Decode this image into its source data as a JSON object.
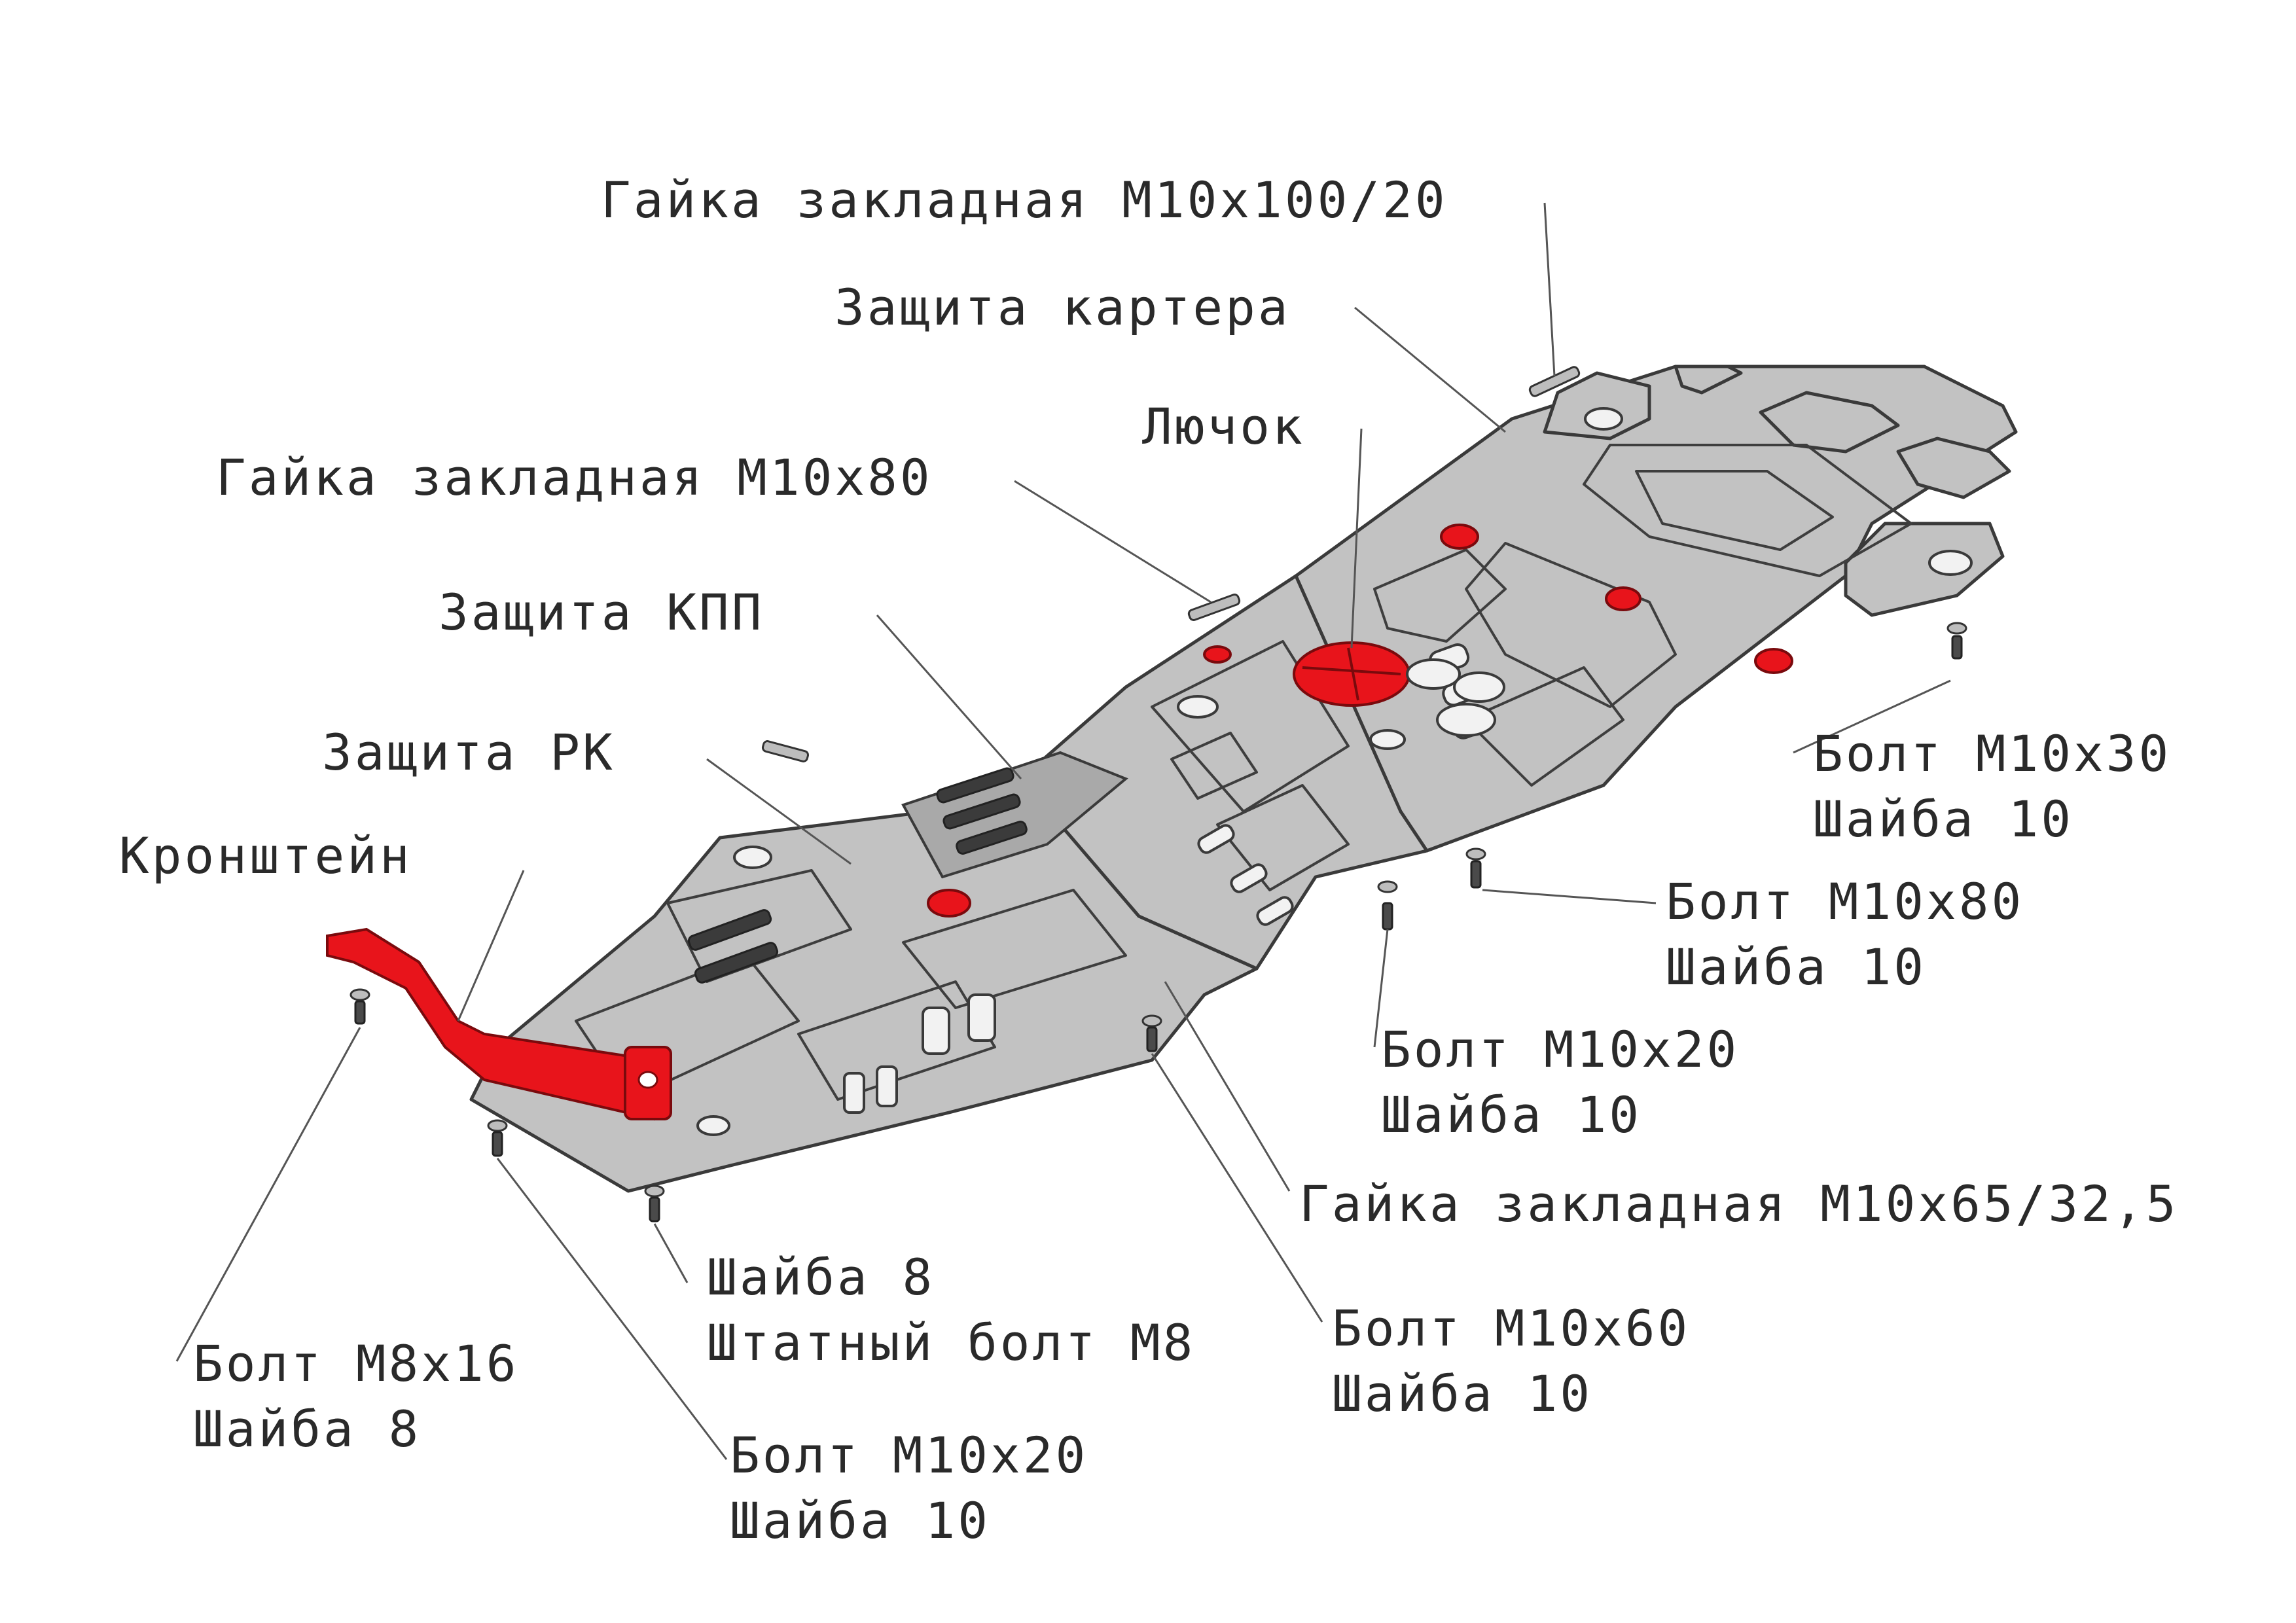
{
  "colors": {
    "accent": "#e8141b",
    "plate": "#c2c2c2",
    "outline": "#3a3a3a",
    "text": "#2a2a2a",
    "background": "#ffffff"
  },
  "labels": {
    "nut_m10x100_20": "Гайка закладная М10х100/20",
    "crankcase_guard": "Защита картера",
    "hatch": "Лючок",
    "nut_m10x80": "Гайка закладная М10х80",
    "gearbox_guard": "Защита КПП",
    "transfer_case_guard": "Защита РК",
    "bracket": "Кронштейн",
    "bolt_m10x30": {
      "line1": "Болт М10х30",
      "line2": "Шайба 10"
    },
    "bolt_m10x80": {
      "line1": "Болт М10х80",
      "line2": "Шайба 10"
    },
    "bolt_m10x20_right": {
      "line1": "Болт М10х20",
      "line2": "Шайба 10"
    },
    "nut_m10x65": "Гайка закладная М10х65/32,5",
    "bolt_m10x60": {
      "line1": "Болт М10х60",
      "line2": "Шайба 10"
    },
    "washer8_stock_bolt": {
      "line1": "Шайба 8",
      "line2": "Штатный болт М8"
    },
    "bolt_m8x16": {
      "line1": "Болт М8х16",
      "line2": "Шайба 8"
    },
    "bolt_m10x20_bottom": {
      "line1": "Болт М10х20",
      "line2": "Шайба 10"
    }
  }
}
